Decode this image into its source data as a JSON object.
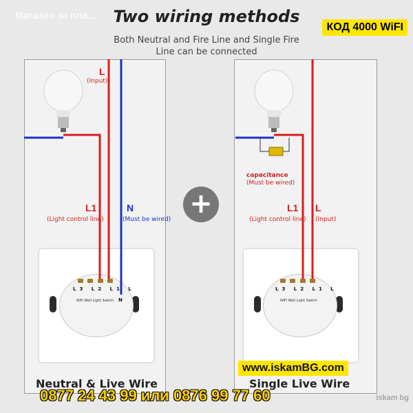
{
  "header": {
    "title": "Two wiring methods",
    "subtitle_line1": "Both Neutral and Fire Line and Single Fire",
    "subtitle_line2": "Line can be connected",
    "watermark_text": "Магазин за пла...",
    "code_badge": "КОД 4000 WiFI"
  },
  "left_diagram": {
    "wire_L": "L",
    "wire_L_note": "(Input)",
    "wire_L1": "L1",
    "wire_L1_note": "(Light control line)",
    "wire_N": "N",
    "wire_N_note": "(Must be wired)",
    "terminals": "L3 L2 L1 L",
    "terminal_N": "N",
    "module_title": "WiFi Wall Light Switch",
    "bottom_label": "Neutral & Live Wire"
  },
  "right_diagram": {
    "capacitance": "capacitance",
    "capacitance_note": "(Must be wired)",
    "wire_L1": "L1",
    "wire_L1_note": "(Light control line)",
    "wire_L": "L",
    "wire_L_note": "(Input)",
    "terminals": "L3 L2 L1 L",
    "module_title": "WiFi Wall Light Switch",
    "bottom_label": "Single Live Wire"
  },
  "plus_symbol": "+",
  "footer": {
    "site": "www.iskamBG.com",
    "phones": "0877 24 43 99 или 0876 99 77 60",
    "logo": "iskam bg"
  },
  "colors": {
    "live_wire": "#d81e1e",
    "neutral_wire": "#1c31c8",
    "badge_yellow": "#ffe600"
  }
}
